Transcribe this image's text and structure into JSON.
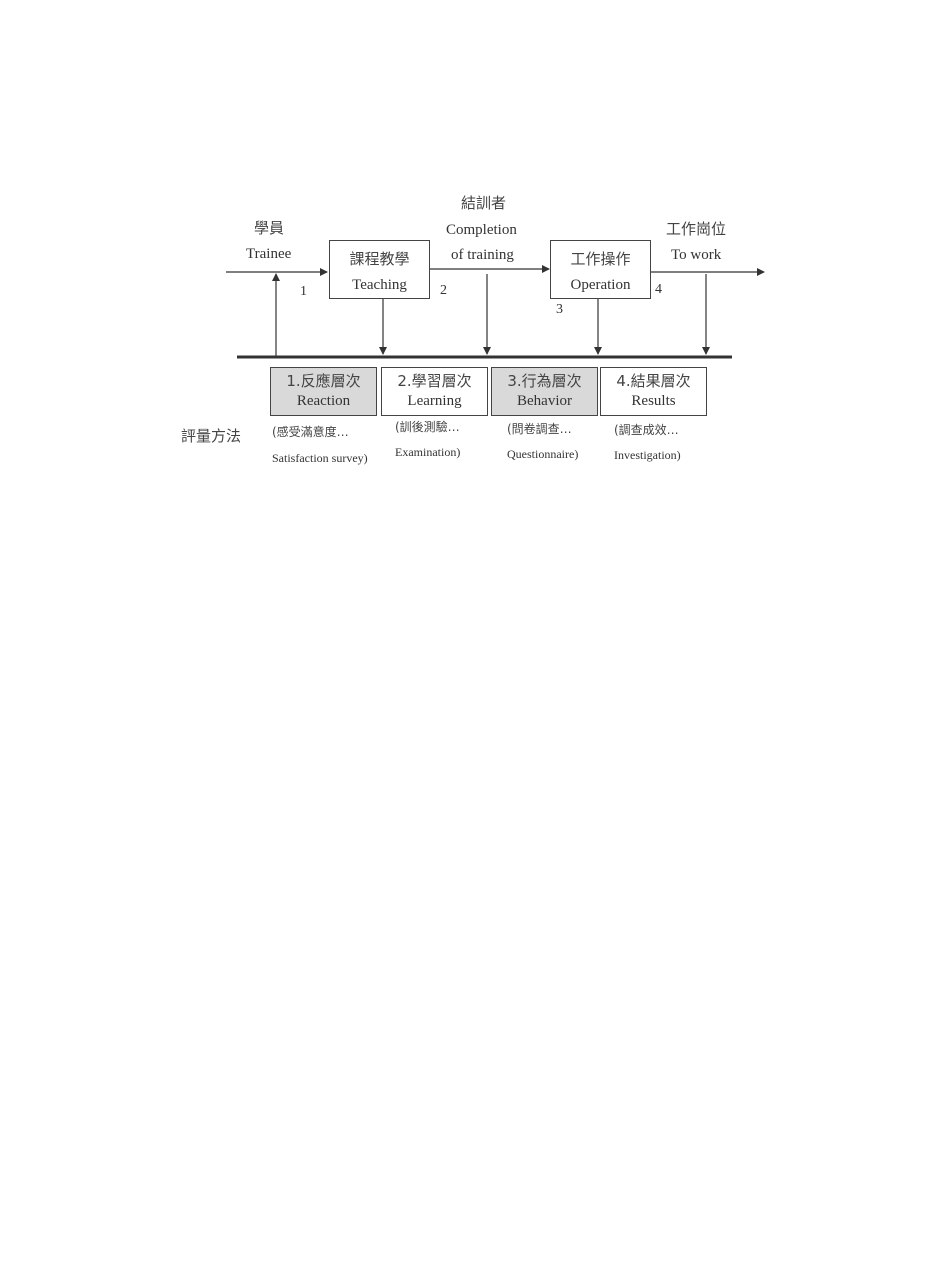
{
  "flow": {
    "trainee_cn": "學員",
    "trainee_en": "Trainee",
    "teaching_cn": "課程教學",
    "teaching_en": "Teaching",
    "completion_cn": "結訓者",
    "completion_en_1": "Completion",
    "completion_en_2": "of training",
    "operation_cn": "工作操作",
    "operation_en": "Operation",
    "work_cn": "工作崗位",
    "work_en": "To work",
    "num_1": "1",
    "num_2": "2",
    "num_3": "3",
    "num_4": "4"
  },
  "evaluation": {
    "method_label": "評量方法",
    "levels": [
      {
        "title": "1.反應層次",
        "name": "Reaction",
        "method_cn": "(感受滿意度…",
        "method_en": "Satisfaction survey)",
        "shaded": true
      },
      {
        "title": "2.學習層次",
        "name": "Learning",
        "method_cn": "(訓後測驗…",
        "method_en": "Examination)",
        "shaded": false
      },
      {
        "title": "3.行為層次",
        "name": "Behavior",
        "method_cn": "(問卷調查…",
        "method_en": "Questionnaire)",
        "shaded": true
      },
      {
        "title": "4.結果層次",
        "name": "Results",
        "method_cn": "(調查成效…",
        "method_en": "Investigation)",
        "shaded": false
      }
    ]
  },
  "colors": {
    "line": "#333333",
    "shade": "#d9d9d9"
  }
}
